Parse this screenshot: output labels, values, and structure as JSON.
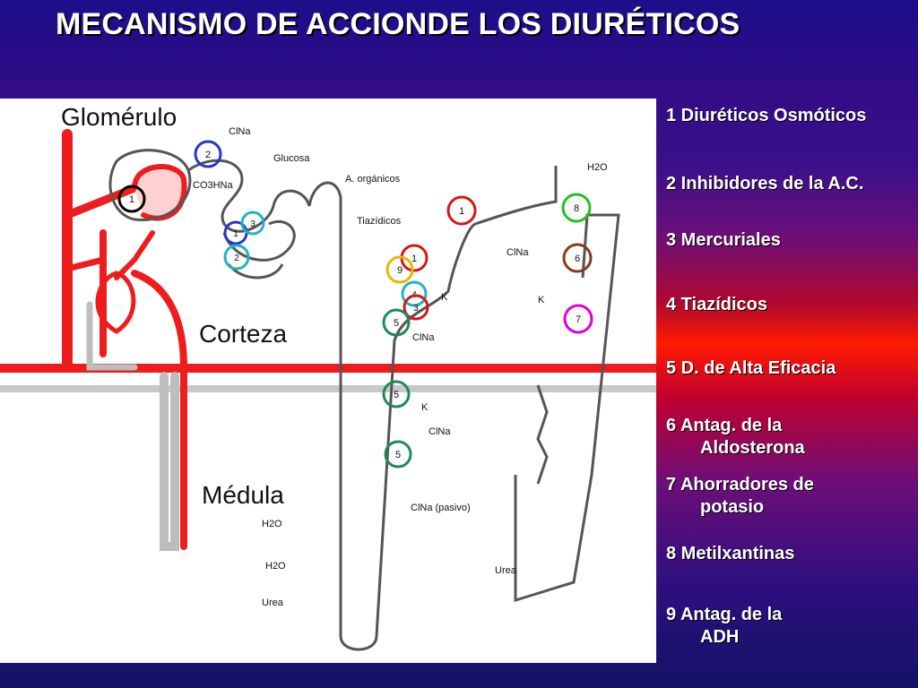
{
  "slide": {
    "title": "MECANISMO DE ACCIONDE LOS DIURÉTICOS"
  },
  "legend": [
    {
      "line1": "1 Diuréticos Osmóticos",
      "line2": ""
    },
    {
      "line1": "2 Inhibidores de la A.C.",
      "line2": ""
    },
    {
      "line1": "3 Mercuriales",
      "line2": ""
    },
    {
      "line1": "4 Tiazídicos",
      "line2": ""
    },
    {
      "line1": "5 D. de Alta Eficacia",
      "line2": ""
    },
    {
      "line1": "6 Antag. de la",
      "line2": "Aldosterona"
    },
    {
      "line1": "7 Ahorradores de",
      "line2": "potasio"
    },
    {
      "line1": "8 Metilxantinas",
      "line2": ""
    },
    {
      "line1": "9 Antag. de la",
      "line2": "ADH"
    }
  ],
  "diagram": {
    "labels": {
      "glomerulo": "Glomérulo",
      "corteza": "Corteza",
      "medula": "Médula",
      "clna_top": "ClNa",
      "glucosa": "Glucosa",
      "co3hna": "CO3HNa",
      "aa_organicos": "A. orgánicos",
      "tiazidicos": "Tiazídicos",
      "h2o_right": "H2O",
      "clna_right": "ClNa",
      "k_right": "K",
      "k_mid": "K",
      "clna_mid": "ClNa",
      "k_low": "K",
      "clna_low": "ClNa",
      "clna_pasivo": "ClNa (pasivo)",
      "h2o_med": "H2O",
      "h2o_med2": "H2O",
      "urea_left": "Urea",
      "urea_right": "Urea"
    },
    "markers": [
      {
        "num": "1",
        "color": "#000000"
      },
      {
        "num": "2",
        "color": "#2a35c8"
      },
      {
        "num": "1",
        "color": "#2a35c8"
      },
      {
        "num": "3",
        "color": "#22b3c0"
      },
      {
        "num": "2",
        "color": "#22b3c0"
      },
      {
        "num": "1",
        "color": "#d21818"
      },
      {
        "num": "1",
        "color": "#d21818"
      },
      {
        "num": "9",
        "color": "#e8b800"
      },
      {
        "num": "4",
        "color": "#22b3c0"
      },
      {
        "num": "3",
        "color": "#d21818"
      },
      {
        "num": "5",
        "color": "#1e8a55"
      },
      {
        "num": "5",
        "color": "#1e8a55"
      },
      {
        "num": "5",
        "color": "#1e8a55"
      },
      {
        "num": "8",
        "color": "#25c01f"
      },
      {
        "num": "6",
        "color": "#8a3a16"
      },
      {
        "num": "7",
        "color": "#e000d0"
      }
    ]
  }
}
